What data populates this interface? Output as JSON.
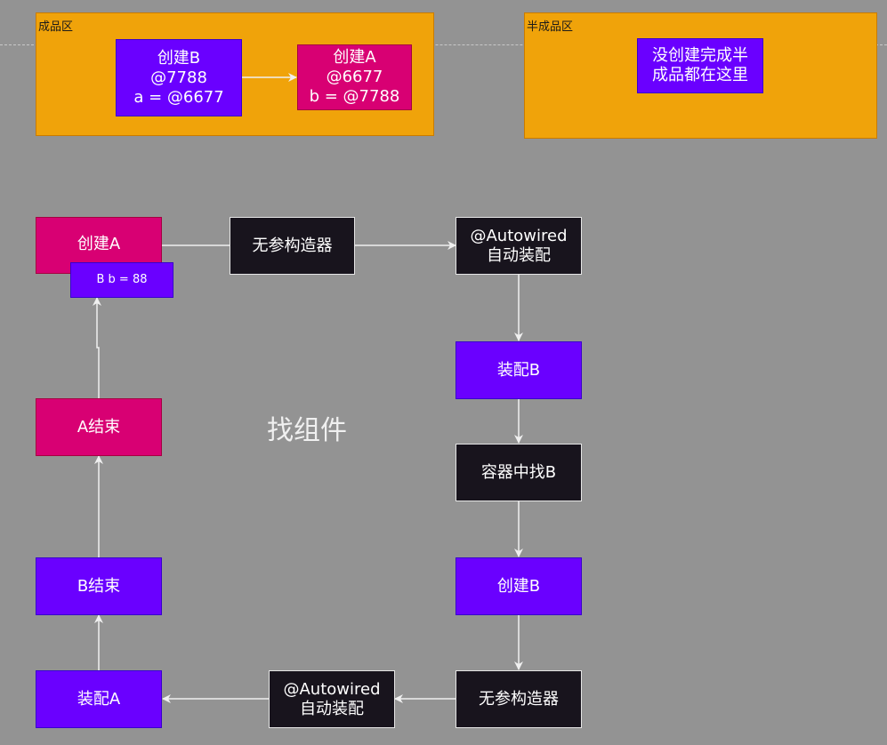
{
  "zones": {
    "finished": {
      "label": "成品区",
      "nodes": [
        {
          "id": "z-create-b",
          "text": "创建B\n@7788\na = @6677",
          "color": "#6a00ff"
        },
        {
          "id": "z-create-a",
          "text": "创建A\n@6677\nb = @7788",
          "color": "#d80073"
        }
      ]
    },
    "semi_finished": {
      "label": "半成品区",
      "nodes": [
        {
          "id": "z-semi-note",
          "text": "没创建完成半\n成品都在这里",
          "color": "#6a00ff"
        }
      ]
    }
  },
  "flow": {
    "center_label": "找组件",
    "nodes": {
      "create_a": "创建A",
      "field_b": "B b = 88",
      "no_arg_ctor_1": "无参构造器",
      "autowired_1": "@Autowired\n自动装配",
      "assemble_b": "装配B",
      "find_b_in_container": "容器中找B",
      "create_b": "创建B",
      "no_arg_ctor_2": "无参构造器",
      "autowired_2": "@Autowired\n自动装配",
      "assemble_a": "装配A",
      "b_end": "B结束",
      "a_end": "A结束"
    },
    "edges": [
      [
        "create_a",
        "no_arg_ctor_1"
      ],
      [
        "no_arg_ctor_1",
        "autowired_1"
      ],
      [
        "autowired_1",
        "assemble_b"
      ],
      [
        "assemble_b",
        "find_b_in_container"
      ],
      [
        "find_b_in_container",
        "create_b"
      ],
      [
        "create_b",
        "no_arg_ctor_2"
      ],
      [
        "no_arg_ctor_2",
        "autowired_2"
      ],
      [
        "autowired_2",
        "assemble_a"
      ],
      [
        "assemble_a",
        "b_end"
      ],
      [
        "b_end",
        "a_end"
      ],
      [
        "a_end",
        "field_b"
      ],
      [
        "z-create-b",
        "z-create-a"
      ]
    ]
  },
  "colors": {
    "canvas": "#939393",
    "zone_fill": "#f0a30a",
    "purple": "#6a00ff",
    "pink": "#d80073",
    "dark": "#18141d",
    "edge": "#f0f0f0"
  }
}
